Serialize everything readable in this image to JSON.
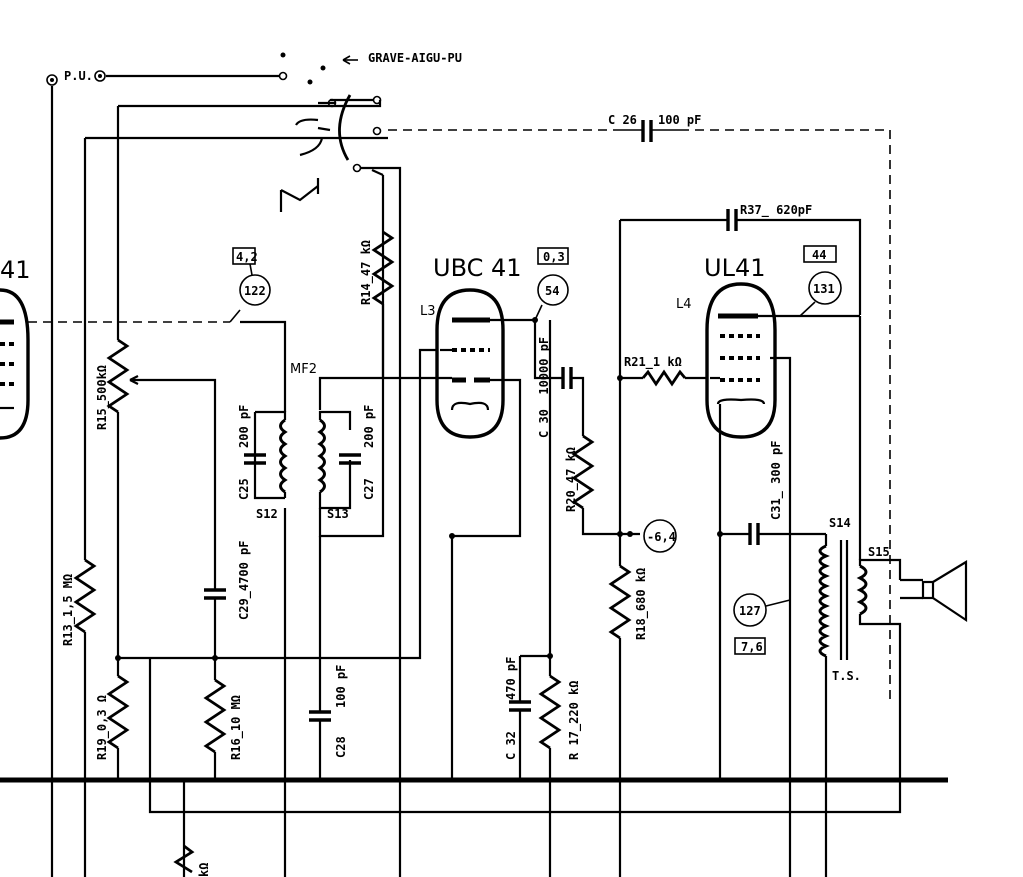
{
  "pickup": {
    "label": "P.U."
  },
  "switch": {
    "label": "GRAVE-AIGU-PU"
  },
  "tubes": {
    "left_partial": "41",
    "ubc41": {
      "name": "UBC 41",
      "ref": "L3",
      "voltage": "0,3",
      "point": "54"
    },
    "ul41": {
      "name": "UL41",
      "ref": "L4",
      "voltage": "44",
      "point": "131"
    }
  },
  "mf2": {
    "label": "MF2",
    "voltage": "4,2",
    "point": "122",
    "s12": "S12",
    "s13": "S13"
  },
  "components": {
    "c25": "C25",
    "c25_val": "200 pF",
    "c27": "C27",
    "c27_val": "200 pF",
    "c26": "C 26",
    "c26_val": "100 pF",
    "c29": "C29_4700 pF",
    "c28": "C28",
    "c28_val": "100 pF",
    "c30": "C 30_ 10000 pF",
    "c31": "C31_ 300 pF",
    "c32": "C 32",
    "c32_val": "470 pF",
    "r13": "R13_1,5 MΩ",
    "r14": "R14_47 kΩ",
    "r15": "R15_500kΩ",
    "r16": "R16_10 MΩ",
    "r17": "R 17_220 kΩ",
    "r18": "R18_680 kΩ",
    "r19": "R19_0,3 Ω",
    "r20": "R20_47 kΩ",
    "r21": "R21_1 kΩ",
    "r37": "R37_ 620pF",
    "kohm_partial": "kΩ"
  },
  "output": {
    "s14": "S14",
    "s15": "S15",
    "ts": "T.S.",
    "cathode_point": "-6,4",
    "point_127": "127",
    "voltage_127": "7,6"
  }
}
